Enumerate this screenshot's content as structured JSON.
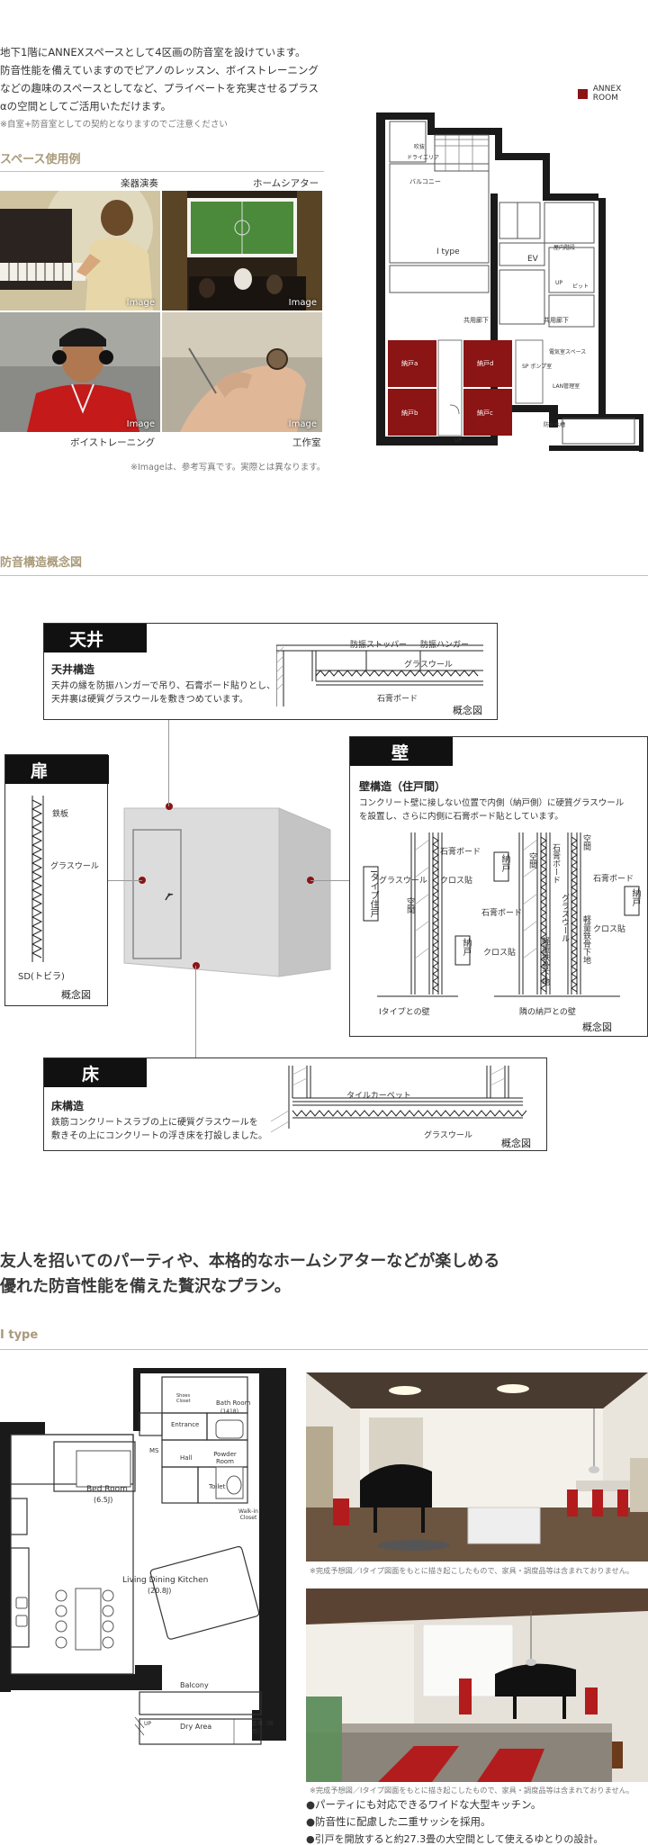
{
  "intro": {
    "lines": [
      "地下1階にANNEXスペースとして4区画の防音室を設けています。",
      "防音性能を備えていますのでピアノのレッスン、ボイストレーニング",
      "などの趣味のスペースとしてなど、プライベートを充実させるプラス",
      "αの空間としてご活用いただけます。"
    ],
    "note": "※自室+防音室としての契約となりますのでご注意ください"
  },
  "space_use": {
    "heading": "スペース使用例",
    "photos": [
      {
        "caption": "楽器演奏",
        "tag": "Image"
      },
      {
        "caption": "ホームシアター",
        "tag": "Image"
      },
      {
        "caption": "ボイストレーニング",
        "tag": "Image"
      },
      {
        "caption": "工作室",
        "tag": "Image"
      }
    ],
    "note": "※Imageは、参考写真です。実際とは異なります。"
  },
  "plan_b1": {
    "legend": "ANNEX ROOM",
    "legend_color": "#8b1414",
    "labels": {
      "type": "I type",
      "ev": "EV",
      "corridor1": "共用廊下",
      "corridor2": "共用廊下",
      "storage_a": "納戸a",
      "storage_b": "納戸b",
      "storage_c": "納戸c",
      "storage_d": "納戸d",
      "balcony": "バルコニー",
      "dry_area": "ドライエリア",
      "pump": "SP ポンプ室",
      "electric": "電気室スペース",
      "lan": "LAN管理室",
      "water": "防火水槽",
      "stairs": "屋内階段",
      "pit": "ピット",
      "void": "吹抜",
      "up1": "UP",
      "up2": "UP"
    }
  },
  "structure": {
    "heading": "防音構造概念図",
    "gainen": "概念図",
    "ceiling": {
      "title": "天井",
      "subtitle": "天井構造",
      "text1": "天井の縁を防振ハンガーで吊り、石膏ボード貼りとし、",
      "text2": "天井裏は硬質グラスウールを敷きつめています。",
      "label_stopper": "防振ストッパー",
      "label_hanger": "防振ハンガー",
      "label_glass": "グラスウール",
      "label_board": "石膏ボード"
    },
    "door": {
      "title": "扉",
      "label_steel": "鉄板",
      "label_glass": "グラスウール",
      "label_sd": "SD(トビラ)"
    },
    "wall": {
      "title": "壁",
      "subtitle": "壁構造（住戸間）",
      "text1": "コンクリート壁に接しない位置で内側（納戸側）に硬質グラスウール",
      "text2": "を設置し、さらに内側に石膏ボード貼としています。",
      "label_board": "石膏ボード",
      "label_glass": "グラスウール",
      "label_cross": "クロス貼",
      "label_air": "空間",
      "label_itype": "Iタイプ住戸",
      "label_nando": "納戸",
      "label_lgs": "軽量鉄骨下地",
      "caption_left": "Iタイプとの壁",
      "caption_right": "隣の納戸との壁"
    },
    "floor": {
      "title": "床",
      "subtitle": "床構造",
      "text1": "鉄筋コンクリートスラブの上に硬質グラスウールを",
      "text2": "敷きその上にコンクリートの浮き床を打設しました。",
      "label_tile": "タイルカーペット",
      "label_glass": "グラスウール"
    }
  },
  "plan_section": {
    "headline1": "友人を招いてのパーティや、本格的なホームシアターなどが楽しめる",
    "headline2": "優れた防音性能を備えた贅沢なプラン。",
    "type_heading": "I type",
    "rooms": {
      "bedroom": "Bed Room",
      "bedroom_size": "(6.5J)",
      "ldk": "Living Dining Kitchen",
      "ldk_size": "(20.8J)",
      "bath": "Bath Room",
      "bath_size": "(1418)",
      "entrance": "Entrance",
      "hall": "Hall",
      "powder": "Powder Room",
      "toilet": "Toilet",
      "walkin": "Walk-in Closet",
      "balcony": "Balcony",
      "dryarea": "Dry Area",
      "ms": "MS",
      "shoes": "Shoes Closet",
      "storage": "倉庫（共用）",
      "up": "UP"
    },
    "photo_note1": "※完成予想図／Iタイプ図面をもとに描き起こしたもので、家具・調度品等は含まれておりません。",
    "photo_note2": "※完成予想図／Iタイプ図面をもとに描き起こしたもので、家具・調度品等は含まれておりません。",
    "bullets": [
      "●パーティにも対応できるワイドな大型キッチン。",
      "●防音性に配慮した二重サッシを採用。",
      "●引戸を開放すると約27.3畳の大空間として使えるゆとりの設計。"
    ]
  }
}
